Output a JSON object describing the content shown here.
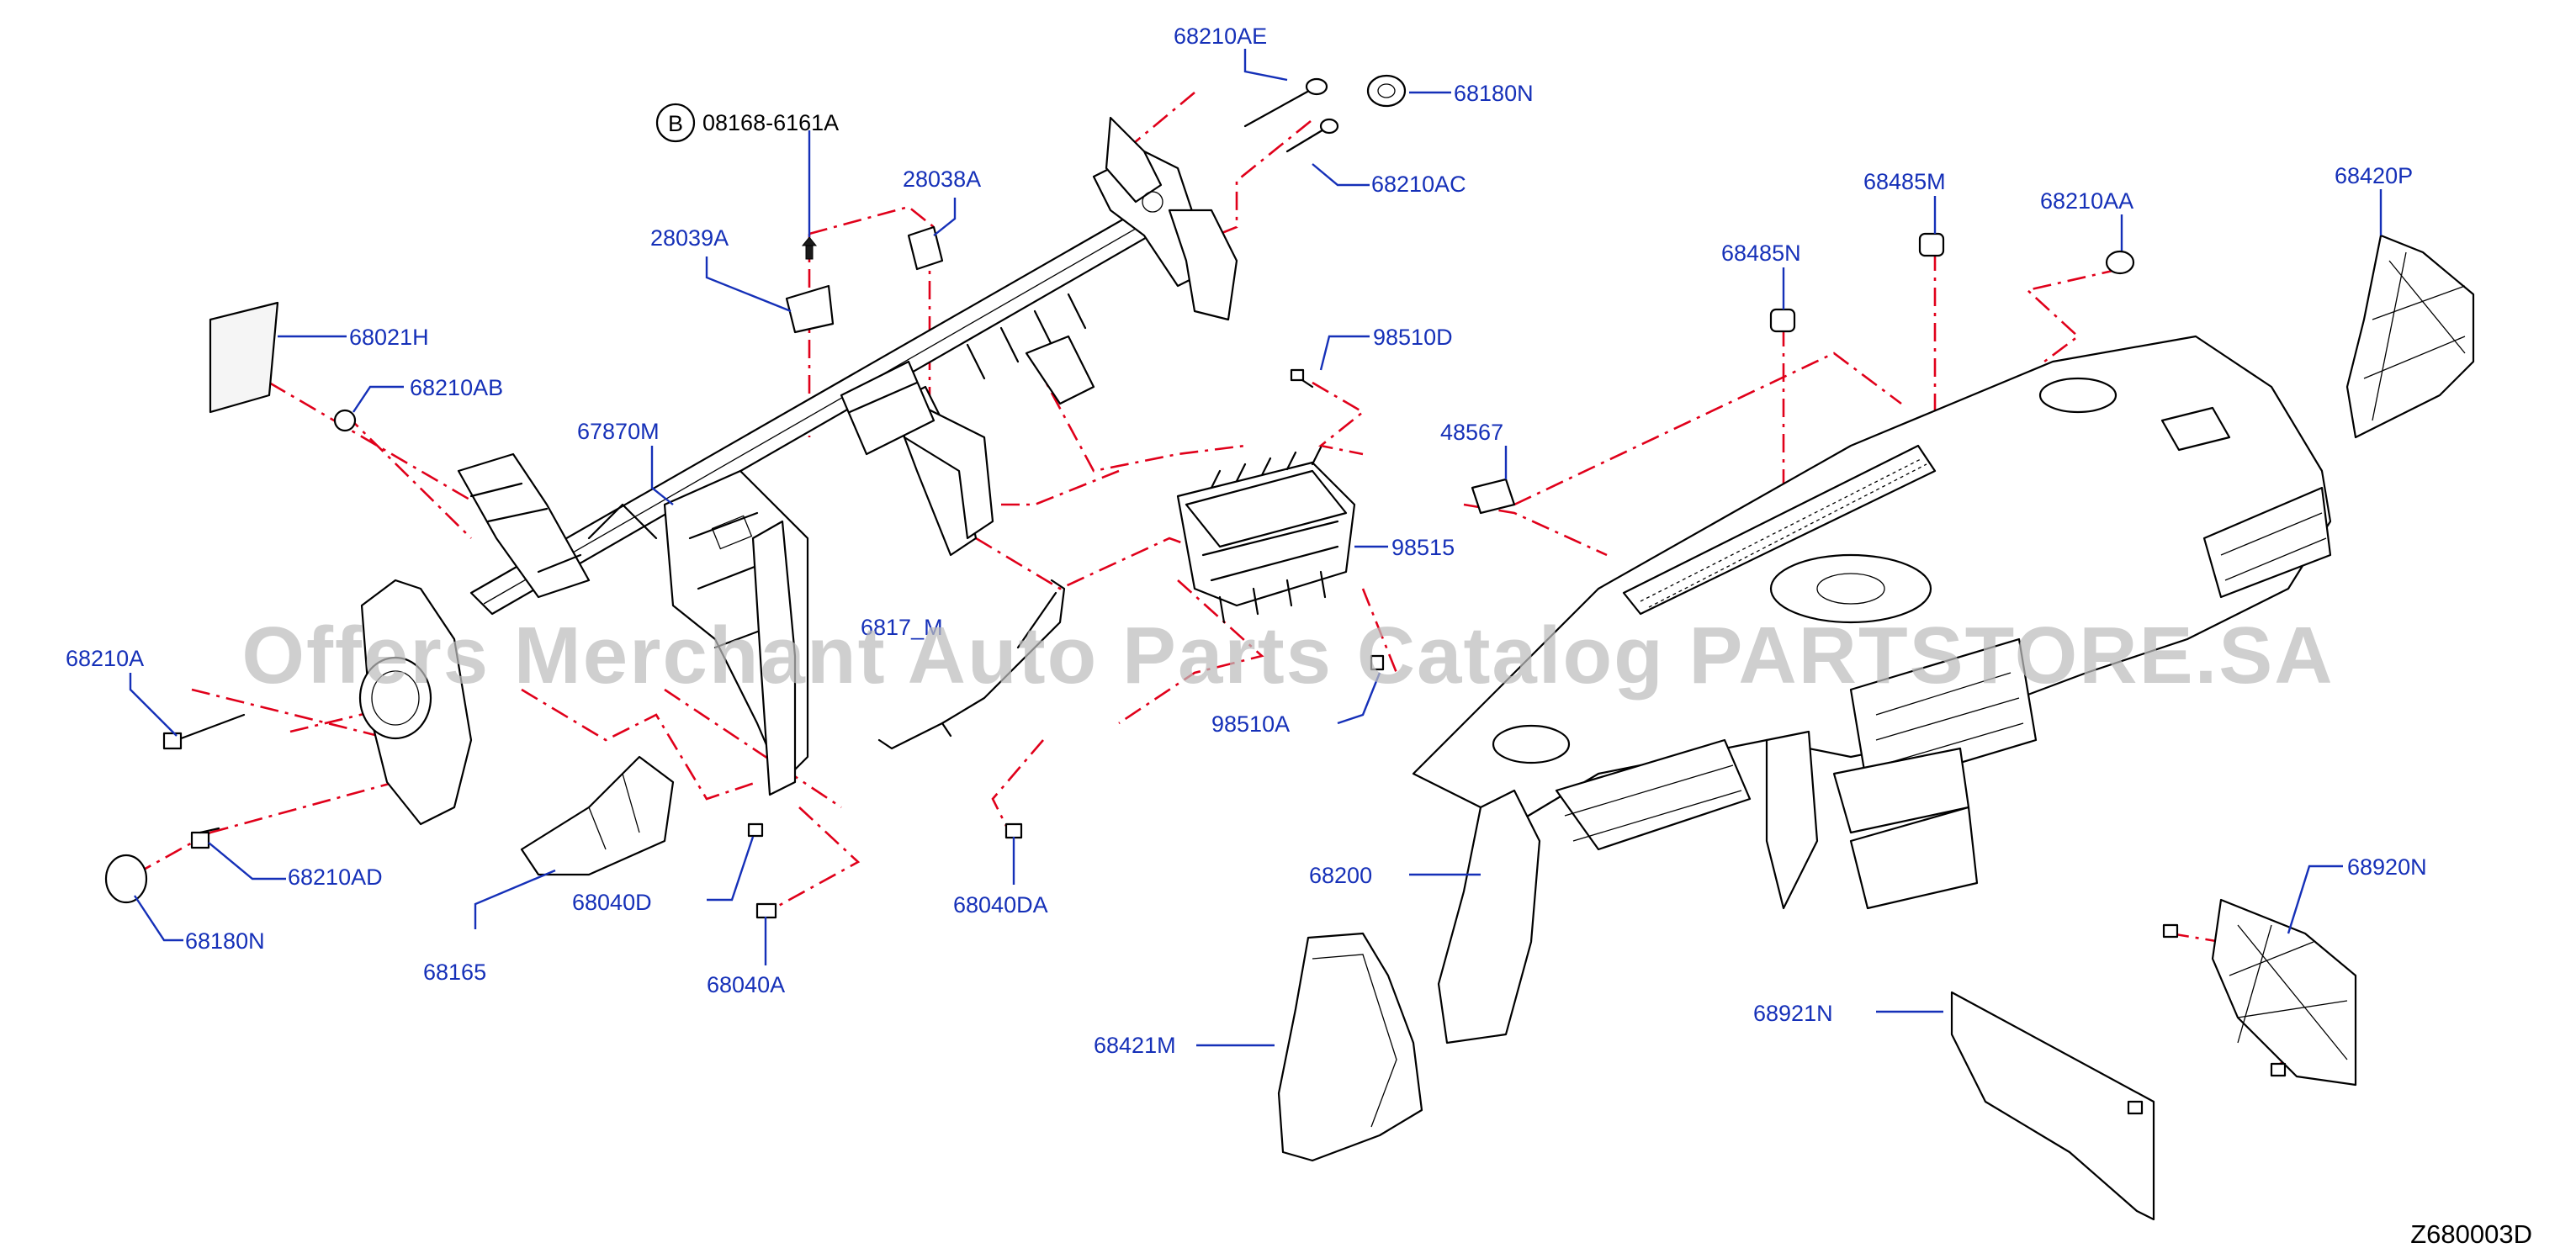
{
  "watermark": "Offers Merchant Auto Parts Catalog PARTSTORE.SA",
  "reference": "Z680003D",
  "bolt_badge": "B",
  "colors": {
    "label": "#1530b8",
    "line": "#e0001a",
    "part": "#000000",
    "watermark": "#bdbdbd"
  },
  "labels": [
    {
      "key": "p68210AE",
      "text": "68210AE"
    },
    {
      "key": "p68180N_top",
      "text": "68180N"
    },
    {
      "key": "p08168",
      "text": "08168-6161A"
    },
    {
      "key": "p68210AC",
      "text": "68210AC"
    },
    {
      "key": "p28038A",
      "text": "28038A"
    },
    {
      "key": "p28039A",
      "text": "28039A"
    },
    {
      "key": "p68021H",
      "text": "68021H"
    },
    {
      "key": "p68210AB",
      "text": "68210AB"
    },
    {
      "key": "p67870M",
      "text": "67870M"
    },
    {
      "key": "p98510D",
      "text": "98510D"
    },
    {
      "key": "p48567",
      "text": "48567"
    },
    {
      "key": "p98515",
      "text": "98515"
    },
    {
      "key": "p6817",
      "text": "6817_M"
    },
    {
      "key": "p68210A",
      "text": "68210A"
    },
    {
      "key": "p98510A",
      "text": "98510A"
    },
    {
      "key": "p68210AD",
      "text": "68210AD"
    },
    {
      "key": "p68180N_bot",
      "text": "68180N"
    },
    {
      "key": "p68040D",
      "text": "68040D"
    },
    {
      "key": "p68165",
      "text": "68165"
    },
    {
      "key": "p68040A",
      "text": "68040A"
    },
    {
      "key": "p68040DA",
      "text": "68040DA"
    },
    {
      "key": "p68485M",
      "text": "68485M"
    },
    {
      "key": "p68210AA",
      "text": "68210AA"
    },
    {
      "key": "p68420P",
      "text": "68420P"
    },
    {
      "key": "p68485N",
      "text": "68485N"
    },
    {
      "key": "p68200",
      "text": "68200"
    },
    {
      "key": "p68920N",
      "text": "68920N"
    },
    {
      "key": "p68921N",
      "text": "68921N"
    },
    {
      "key": "p68421M",
      "text": "68421M"
    }
  ]
}
